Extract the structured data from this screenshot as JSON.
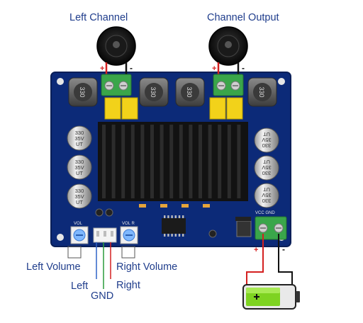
{
  "labels": {
    "left_channel": "Left Channel",
    "channel_output": "Channel Output",
    "left_volume": "Left Volume",
    "right_volume": "Right Volume",
    "left": "Left",
    "gnd": "GND",
    "right": "Right"
  },
  "board_marks": {
    "inductor": "330",
    "capacitor_values": [
      "330",
      "35V",
      "UT"
    ],
    "volume_left": "VOL",
    "volume_right": "VOL R",
    "power": "VCC GND",
    "plus": "+",
    "minus": "-"
  },
  "colors": {
    "board": "#0c2a78",
    "label_text": "#1f3d8c",
    "terminal": "#3aa64a",
    "capacitor_yellow": "#f2d21a",
    "heatsink": "#121212",
    "wire_red": "#d42020",
    "wire_black": "#111111",
    "wire_blue": "#2f62c8",
    "wire_green": "#2a9a3a",
    "battery_green": "#7ed321"
  }
}
